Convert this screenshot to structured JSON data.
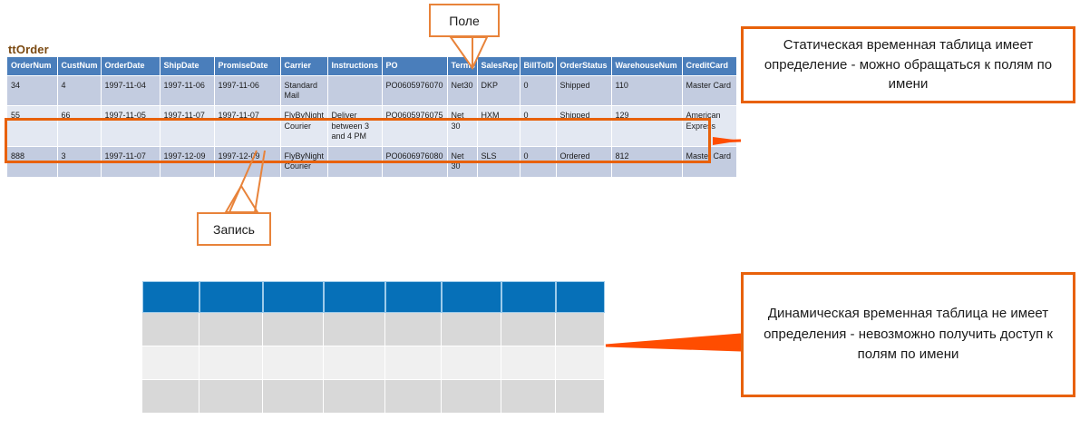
{
  "colors": {
    "accent_orange": "#E8610A",
    "tag_orange": "#E8833A",
    "static_header_blue": "#4A7EBB",
    "dynamic_header_blue": "#0670B8",
    "band_a": "#C3CCE0",
    "band_b": "#E3E8F2",
    "dynamic_band_a": "#D8D8D8",
    "dynamic_band_b": "#F0F0F0",
    "title_brown": "#7B4A12"
  },
  "static_table": {
    "title": "ttOrder",
    "columns": [
      "OrderNum",
      "CustNum",
      "OrderDate",
      "ShipDate",
      "PromiseDate",
      "Carrier",
      "Instructions",
      "PO",
      "Terms",
      "SalesRep",
      "BillToID",
      "OrderStatus",
      "WarehouseNum",
      "CreditCard"
    ],
    "rows": [
      {
        "OrderNum": "34",
        "CustNum": "4",
        "OrderDate": "1997-11-04",
        "ShipDate": "1997-11-06",
        "PromiseDate": "1997-11-06",
        "Carrier": "Standard Mail",
        "Instructions": "",
        "PO": "PO0605976070",
        "Terms": "Net30",
        "SalesRep": "DKP",
        "BillToID": "0",
        "OrderStatus": "Shipped",
        "WarehouseNum": "110",
        "CreditCard": "Master Card"
      },
      {
        "OrderNum": "55",
        "CustNum": "66",
        "OrderDate": "1997-11-05",
        "ShipDate": "1997-11-07",
        "PromiseDate": "1997-11-07",
        "Carrier": "FlyByNight Courier",
        "Instructions": "Deliver between 3 and 4 PM",
        "PO": "PO0605976075",
        "Terms": "Net 30",
        "SalesRep": "HXM",
        "BillToID": "0",
        "OrderStatus": "Shipped",
        "WarehouseNum": "129",
        "CreditCard": "American Express"
      },
      {
        "OrderNum": "888",
        "CustNum": "3",
        "OrderDate": "1997-11-07",
        "ShipDate": "1997-12-09",
        "PromiseDate": "1997-12-09",
        "Carrier": "FlyByNight Courier",
        "Instructions": "",
        "PO": "PO0606976080",
        "Terms": "Net 30",
        "SalesRep": "SLS",
        "BillToID": "0",
        "OrderStatus": "Ordered",
        "WarehouseNum": "812",
        "CreditCard": "Master Card"
      }
    ],
    "highlighted_row_index": 1
  },
  "dynamic_grid": {
    "header_cell_count": 8,
    "body_row_count": 3,
    "cells_are_empty": true
  },
  "callouts": {
    "field_tag": "Поле",
    "record_tag": "Запись",
    "static_note": "Статическая временная таблица имеет определение - можно обращаться к полям по имени",
    "dynamic_note": "Динамическая временная таблица не имеет определения - невозможно получить доступ к полям по имени"
  }
}
